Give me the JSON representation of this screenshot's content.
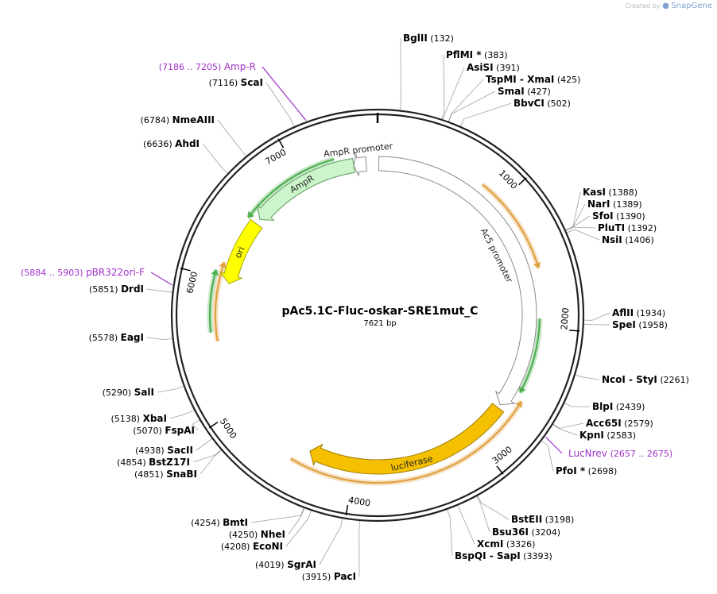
{
  "credit": {
    "prefix": "Created by",
    "brand": "SnapGene"
  },
  "plasmid": {
    "name": "pAc5.1C-Fluc-oskar-SRE1mut_C",
    "length_label": "7621 bp",
    "length": 7621
  },
  "ticks": [
    {
      "pos": 1000,
      "label": "1000"
    },
    {
      "pos": 2000,
      "label": "2000"
    },
    {
      "pos": 3000,
      "label": "3000"
    },
    {
      "pos": 4000,
      "label": "4000"
    },
    {
      "pos": 5000,
      "label": "5000"
    },
    {
      "pos": 6000,
      "label": "6000"
    },
    {
      "pos": 7000,
      "label": "7000"
    }
  ],
  "features": [
    {
      "name": "Ac5 promoter",
      "label": "Ac5 promoter",
      "start": 10,
      "end": 2670,
      "track": "inner",
      "color": "#ffffff",
      "stroke": "#8a8a8a",
      "direction": "cw"
    },
    {
      "name": "luciferase",
      "label": "luciferase",
      "start": 2700,
      "end": 4370,
      "track": "inner",
      "color": "#f5c000",
      "stroke": "#a07c00",
      "direction": "cw"
    },
    {
      "name": "ori",
      "label": "ori",
      "start": 5970,
      "end": 6500,
      "track": "inner",
      "color": "#ffff00",
      "stroke": "#a8a800",
      "direction": "ccw"
    },
    {
      "name": "AmpR",
      "label": "AmpR",
      "start": 6545,
      "end": 7430,
      "track": "inner",
      "color": "#ccf5cc",
      "stroke": "#5c9a5c",
      "direction": "ccw"
    },
    {
      "name": "AmpR promoter",
      "label": "AmpR promoter",
      "start": 7430,
      "end": 7530,
      "track": "inner",
      "color": "#ffffff",
      "stroke": "#8a8a8a",
      "direction": "ccw"
    }
  ],
  "orfs": [
    {
      "start": 820,
      "end": 1560,
      "direction": "cw",
      "color": "#e0a040"
    },
    {
      "start": 1930,
      "end": 2510,
      "direction": "cw",
      "color": "#4caf50"
    },
    {
      "start": 2560,
      "end": 4470,
      "direction": "ccw",
      "color": "#e0a040"
    },
    {
      "start": 5520,
      "end": 6120,
      "direction": "cw",
      "color": "#e0a040"
    },
    {
      "start": 5590,
      "end": 6050,
      "direction": "cw",
      "color": "#4caf50"
    },
    {
      "start": 6500,
      "end": 7290,
      "direction": "ccw",
      "color": "#4caf50"
    }
  ],
  "primer_tags": [
    {
      "name": "Amp-R",
      "range": "(7186 .. 7205)",
      "pos": 7195,
      "color": "#a030c8"
    },
    {
      "name": "pBR322ori-F",
      "range": "(5884 .. 5903)",
      "pos": 5893,
      "color": "#a030c8"
    },
    {
      "name": "LucNrev",
      "range": "(2657 .. 2675)",
      "pos": 2666,
      "color": "#a030c8"
    }
  ],
  "sites": [
    {
      "group": "right",
      "name": "BglII",
      "pos": "(132)",
      "at": 132
    },
    {
      "group": "right",
      "name": "PflMI *",
      "pos": "(383)",
      "at": 383
    },
    {
      "group": "right",
      "name": "AsiSI",
      "pos": "(391)",
      "at": 391
    },
    {
      "group": "right",
      "name": "TspMI - XmaI",
      "pos": "(425)",
      "at": 425
    },
    {
      "group": "right",
      "name": "SmaI",
      "pos": "(427)",
      "at": 427
    },
    {
      "group": "right",
      "name": "BbvCI",
      "pos": "(502)",
      "at": 502
    },
    {
      "group": "right",
      "name": "KasI",
      "pos": "(1388)",
      "at": 1388
    },
    {
      "group": "right",
      "name": "NarI",
      "pos": "(1389)",
      "at": 1389
    },
    {
      "group": "right",
      "name": "SfoI",
      "pos": "(1390)",
      "at": 1390
    },
    {
      "group": "right",
      "name": "PluTI",
      "pos": "(1392)",
      "at": 1392
    },
    {
      "group": "right",
      "name": "NsiI",
      "pos": "(1406)",
      "at": 1406
    },
    {
      "group": "right",
      "name": "AflII",
      "pos": "(1934)",
      "at": 1934
    },
    {
      "group": "right",
      "name": "SpeI",
      "pos": "(1958)",
      "at": 1958
    },
    {
      "group": "right",
      "name": "NcoI - StyI",
      "pos": "(2261)",
      "at": 2261
    },
    {
      "group": "right",
      "name": "BlpI",
      "pos": "(2439)",
      "at": 2439
    },
    {
      "group": "right",
      "name": "Acc65I",
      "pos": "(2579)",
      "at": 2579
    },
    {
      "group": "right",
      "name": "KpnI",
      "pos": "(2583)",
      "at": 2583
    },
    {
      "group": "right",
      "name": "PfoI *",
      "pos": "(2698)",
      "at": 2698
    },
    {
      "group": "right",
      "name": "BstEII",
      "pos": "(3198)",
      "at": 3198
    },
    {
      "group": "right",
      "name": "Bsu36I",
      "pos": "(3204)",
      "at": 3204
    },
    {
      "group": "right",
      "name": "XcmI",
      "pos": "(3326)",
      "at": 3326
    },
    {
      "group": "right",
      "name": "BspQI - SapI",
      "pos": "(3393)",
      "at": 3393
    },
    {
      "group": "left",
      "name": "PacI",
      "pos": "(3915)",
      "at": 3915
    },
    {
      "group": "left",
      "name": "SgrAI",
      "pos": "(4019)",
      "at": 4019
    },
    {
      "group": "left",
      "name": "EcoNI",
      "pos": "(4208)",
      "at": 4208
    },
    {
      "group": "left",
      "name": "NheI",
      "pos": "(4250)",
      "at": 4250
    },
    {
      "group": "left",
      "name": "BmtI",
      "pos": "(4254)",
      "at": 4254
    },
    {
      "group": "left",
      "name": "SnaBI",
      "pos": "(4851)",
      "at": 4851
    },
    {
      "group": "left",
      "name": "BstZ17I",
      "pos": "(4854)",
      "at": 4854
    },
    {
      "group": "left",
      "name": "SacII",
      "pos": "(4938)",
      "at": 4938
    },
    {
      "group": "left",
      "name": "FspAI",
      "pos": "(5070)",
      "at": 5070
    },
    {
      "group": "left",
      "name": "XbaI",
      "pos": "(5138)",
      "at": 5138
    },
    {
      "group": "left",
      "name": "SalI",
      "pos": "(5290)",
      "at": 5290
    },
    {
      "group": "left",
      "name": "EagI",
      "pos": "(5578)",
      "at": 5578
    },
    {
      "group": "left",
      "name": "DrdI",
      "pos": "(5851)",
      "at": 5851
    },
    {
      "group": "left",
      "name": "AhdI",
      "pos": "(6636)",
      "at": 6636
    },
    {
      "group": "left",
      "name": "NmeAIII",
      "pos": "(6784)",
      "at": 6784
    },
    {
      "group": "left",
      "name": "ScaI",
      "pos": "(7116)",
      "at": 7116
    }
  ]
}
